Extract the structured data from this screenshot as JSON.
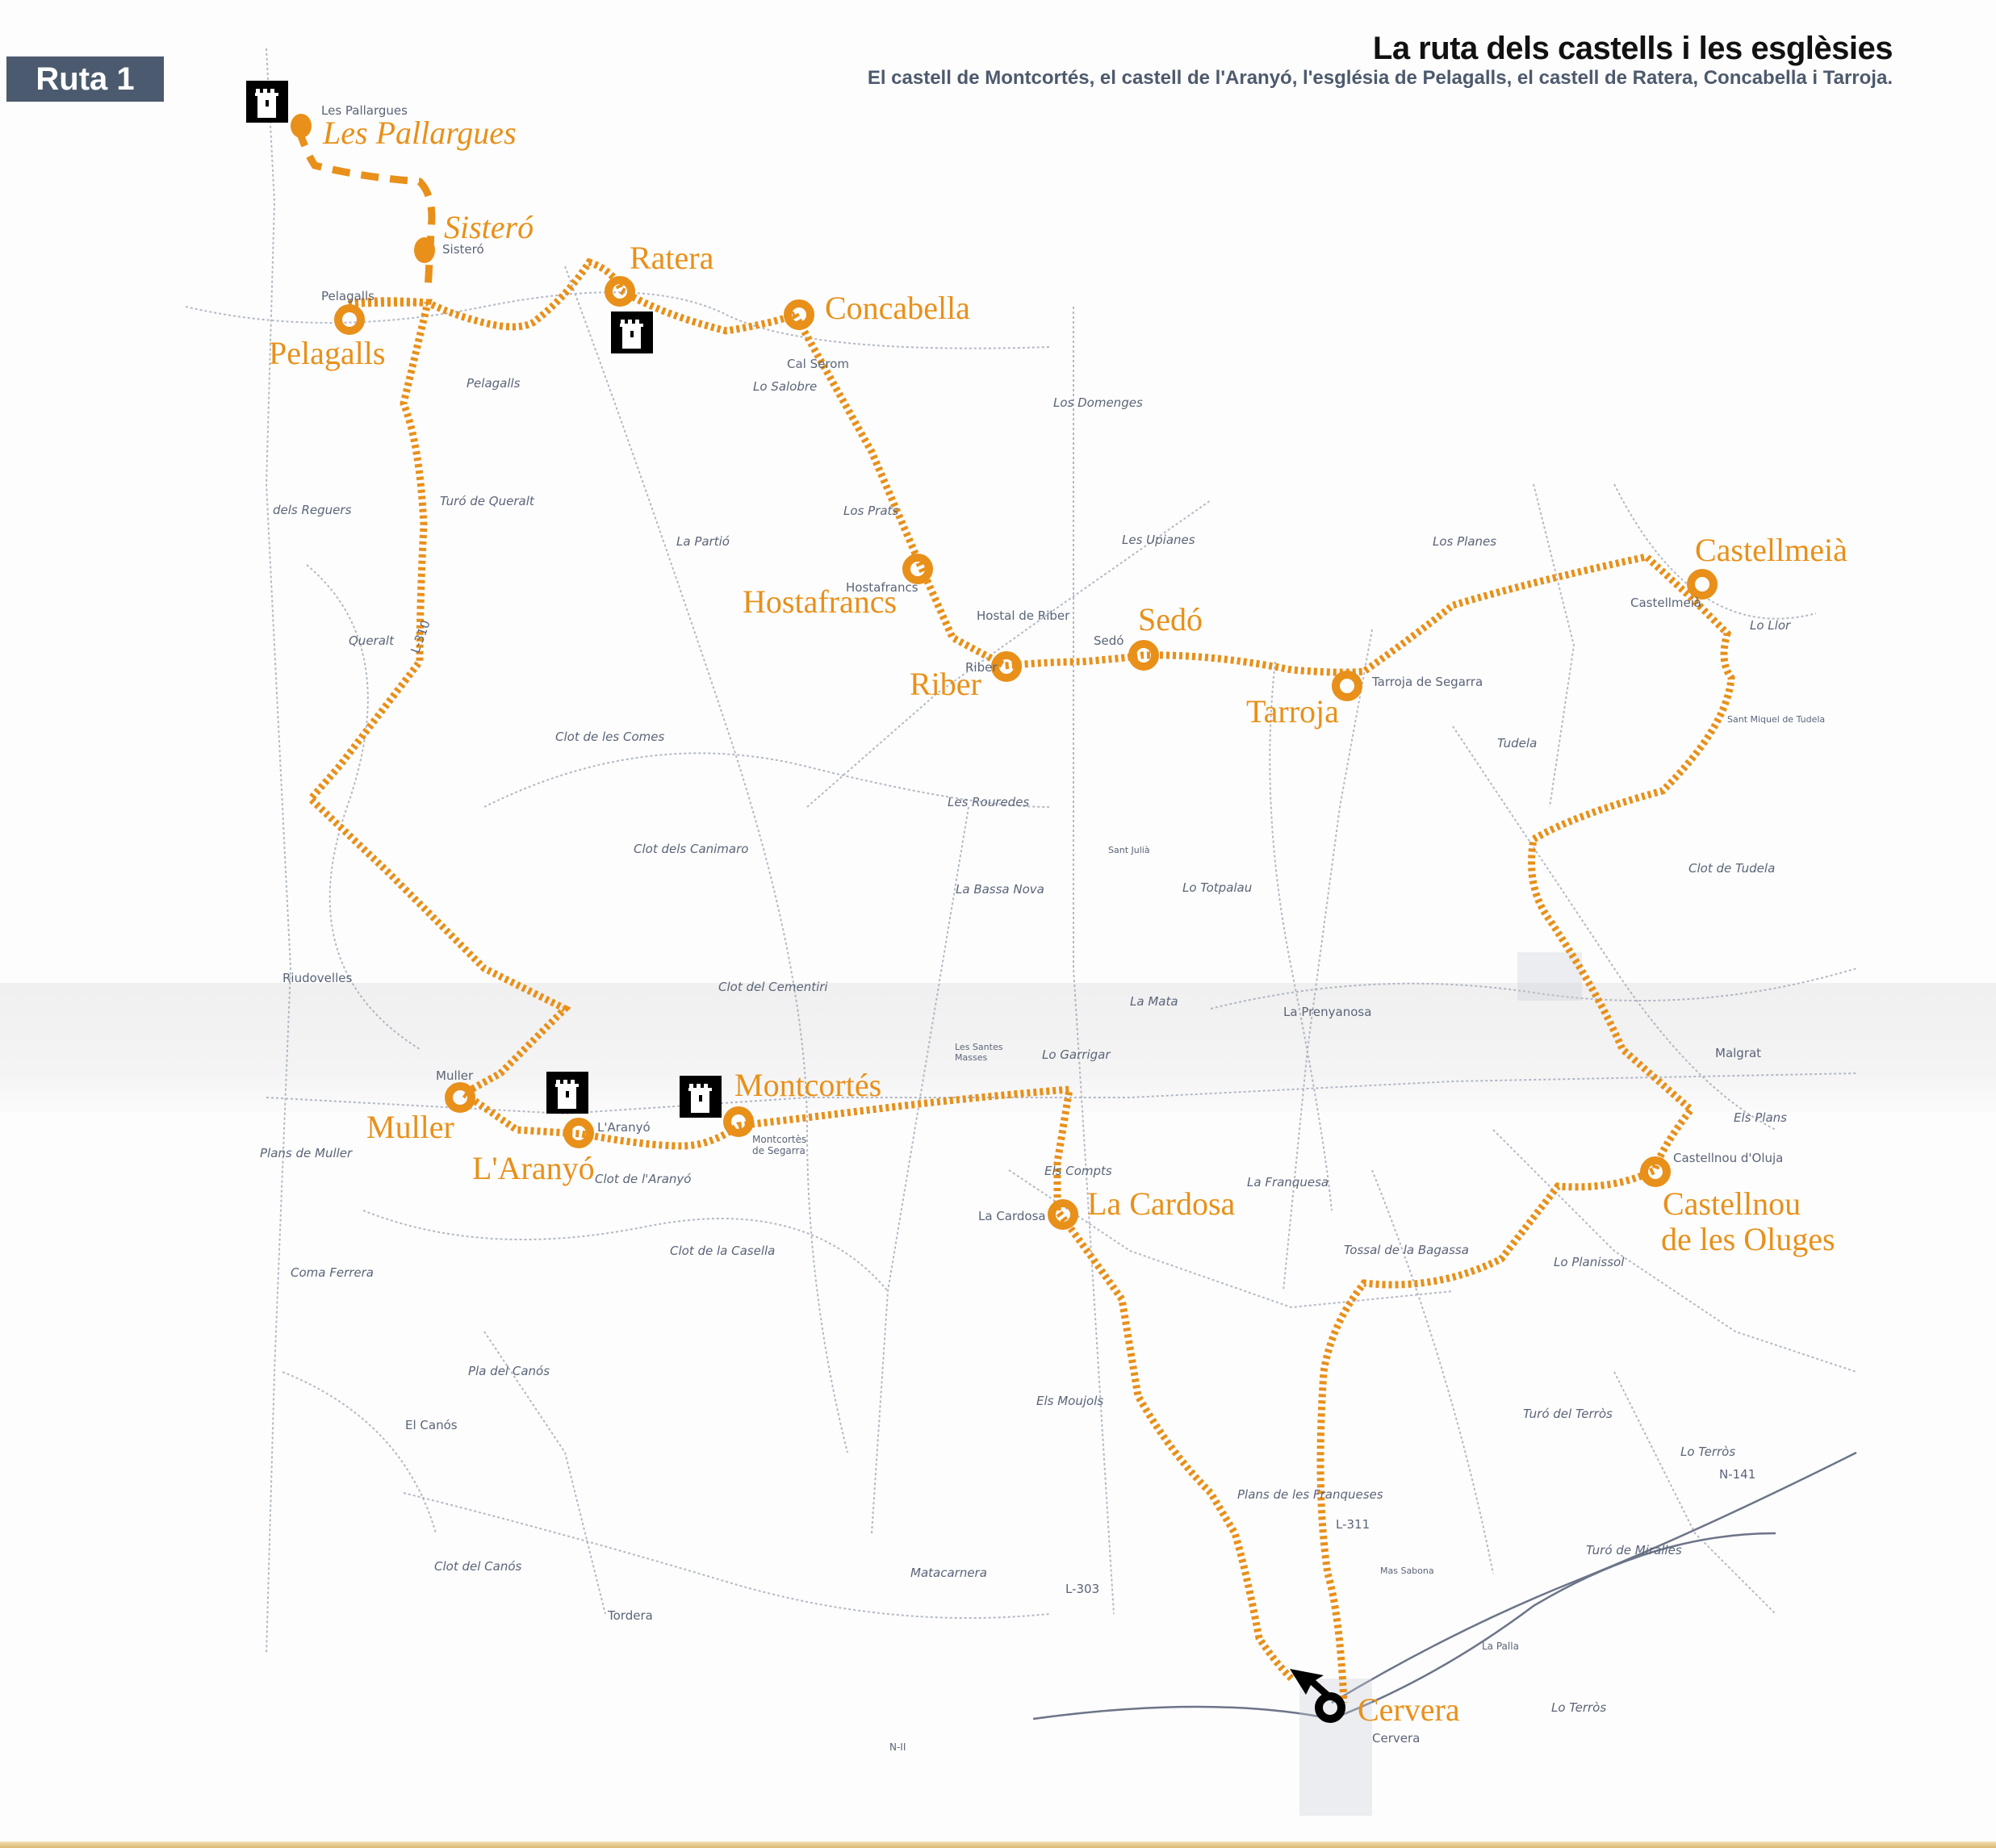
{
  "header": {
    "route_badge": "Ruta 1",
    "title": "La ruta dels castells i les esglèsies",
    "subtitle": "El castell de Montcortés, el castell de l'Aranyó, l'església de Pelagalls, el castell de Ratera, Concabella i Tarroja."
  },
  "colors": {
    "route": "#e8901a",
    "badge_bg": "#4b5a6e",
    "map_lines": "#8c95a8",
    "start_marker": "#000000"
  },
  "route_stops": [
    {
      "id": "les-pallargues",
      "label": "Les Pallargues",
      "style": "italic",
      "marker": "pin"
    },
    {
      "id": "sistero",
      "label": "Sisteró",
      "style": "italic",
      "marker": "pin"
    },
    {
      "id": "pelagalls",
      "label": "Pelagalls",
      "style": "regular",
      "marker": "ring"
    },
    {
      "id": "ratera",
      "label": "Ratera",
      "style": "regular",
      "marker": "ring"
    },
    {
      "id": "concabella",
      "label": "Concabella",
      "style": "regular",
      "marker": "ring"
    },
    {
      "id": "hostafrancs",
      "label": "Hostafrancs",
      "style": "regular",
      "marker": "ring"
    },
    {
      "id": "riber",
      "label": "Riber",
      "style": "regular",
      "marker": "ring"
    },
    {
      "id": "sedo",
      "label": "Sedó",
      "style": "regular",
      "marker": "ring"
    },
    {
      "id": "tarroja",
      "label": "Tarroja",
      "style": "regular",
      "marker": "ring"
    },
    {
      "id": "castellmeia",
      "label": "Castellmeià",
      "style": "regular",
      "marker": "ring"
    },
    {
      "id": "castellnou",
      "label_line1": "Castellnou",
      "label_line2": "de les Oluges",
      "style": "regular",
      "marker": "ring"
    },
    {
      "id": "la-cardosa",
      "label": "La Cardosa",
      "style": "regular",
      "marker": "ring"
    },
    {
      "id": "montcortes",
      "label": "Montcortés",
      "style": "regular",
      "marker": "ring"
    },
    {
      "id": "laranyo",
      "label": "L'Aranyó",
      "style": "regular",
      "marker": "ring"
    },
    {
      "id": "muller",
      "label": "Muller",
      "style": "regular",
      "marker": "ring"
    },
    {
      "id": "cervera",
      "label": "Cervera",
      "style": "regular",
      "marker": "start-ring"
    }
  ],
  "castle_icons": [
    "les-pallargues",
    "ratera",
    "laranyo",
    "montcortes"
  ],
  "map_labels": [
    {
      "text": "Les Pallargues",
      "italic": false
    },
    {
      "text": "Sisteró",
      "italic": false
    },
    {
      "text": "Pelagalls",
      "italic": false
    },
    {
      "text": "Pelagalls",
      "italic": true
    },
    {
      "text": "Lo Salobre",
      "italic": true
    },
    {
      "text": "Cal Serom",
      "italic": false
    },
    {
      "text": "Los Domenges",
      "italic": true
    },
    {
      "text": "Turó de Queralt",
      "italic": true
    },
    {
      "text": "dels Reguers",
      "italic": true
    },
    {
      "text": "La Partió",
      "italic": true
    },
    {
      "text": "Los Prats",
      "italic": true
    },
    {
      "text": "Les Upianes",
      "italic": true
    },
    {
      "text": "Los Planes",
      "italic": true
    },
    {
      "text": "Hostafrancs",
      "italic": false
    },
    {
      "text": "Hostal de Riber",
      "italic": false
    },
    {
      "text": "Sedó",
      "italic": false
    },
    {
      "text": "Riber",
      "italic": false
    },
    {
      "text": "Tarroja de Segarra",
      "italic": false
    },
    {
      "text": "Castellmeià",
      "italic": false
    },
    {
      "text": "Lo Llor",
      "italic": true
    },
    {
      "text": "Sant Miquel de Tudela",
      "italic": false
    },
    {
      "text": "Tudela",
      "italic": true
    },
    {
      "text": "Queralt",
      "italic": true
    },
    {
      "text": "L-310",
      "italic": false
    },
    {
      "text": "Clot de les Comes",
      "italic": true
    },
    {
      "text": "Les Rouredes",
      "italic": true
    },
    {
      "text": "Clot dels Canimaro",
      "italic": true
    },
    {
      "text": "Sant Julià",
      "italic": false
    },
    {
      "text": "Clot de Tudela",
      "italic": true
    },
    {
      "text": "Lo Totpalau",
      "italic": true
    },
    {
      "text": "La Bassa Nova",
      "italic": true
    },
    {
      "text": "Riudovelles",
      "italic": false
    },
    {
      "text": "Clot del Cementiri",
      "italic": true
    },
    {
      "text": "La Mata",
      "italic": true
    },
    {
      "text": "La Prenyanosa",
      "italic": false
    },
    {
      "text": "Malgrat",
      "italic": false
    },
    {
      "text": "Les Santes Masses",
      "italic": false
    },
    {
      "text": "Lo Garrigar",
      "italic": true
    },
    {
      "text": "Els Plans",
      "italic": true
    },
    {
      "text": "Muller",
      "italic": false
    },
    {
      "text": "L'Aranyó",
      "italic": false
    },
    {
      "text": "Montcortès de Segarra",
      "italic": false
    },
    {
      "text": "Plans de Muller",
      "italic": true
    },
    {
      "text": "Clot de l'Aranyó",
      "italic": true
    },
    {
      "text": "Castellnou d'Oluja",
      "italic": false
    },
    {
      "text": "Els Compts",
      "italic": true
    },
    {
      "text": "La Franquesa",
      "italic": true
    },
    {
      "text": "La Cardosa",
      "italic": false
    },
    {
      "text": "Coma Ferrera",
      "italic": true
    },
    {
      "text": "Clot de la Casella",
      "italic": true
    },
    {
      "text": "Tossal de la Bagassa",
      "italic": true
    },
    {
      "text": "Lo Planissol",
      "italic": true
    },
    {
      "text": "Pla del Canós",
      "italic": true
    },
    {
      "text": "Els Moujols",
      "italic": true
    },
    {
      "text": "El Canós",
      "italic": false
    },
    {
      "text": "Turó del Terròs",
      "italic": true
    },
    {
      "text": "Lo Terròs",
      "italic": true
    },
    {
      "text": "N-141",
      "italic": false
    },
    {
      "text": "Plans de les Franqueses",
      "italic": true
    },
    {
      "text": "L-311",
      "italic": false
    },
    {
      "text": "Turó de Miralles",
      "italic": true
    },
    {
      "text": "Clot del Canós",
      "italic": true
    },
    {
      "text": "Matacarnera",
      "italic": true
    },
    {
      "text": "L-303",
      "italic": false
    },
    {
      "text": "Mas Sabona",
      "italic": false
    },
    {
      "text": "Tordera",
      "italic": false
    },
    {
      "text": "La Palla",
      "italic": false
    },
    {
      "text": "Lo Terròs",
      "italic": true
    },
    {
      "text": "Cervera",
      "italic": false
    },
    {
      "text": "N-II",
      "italic": false
    }
  ]
}
